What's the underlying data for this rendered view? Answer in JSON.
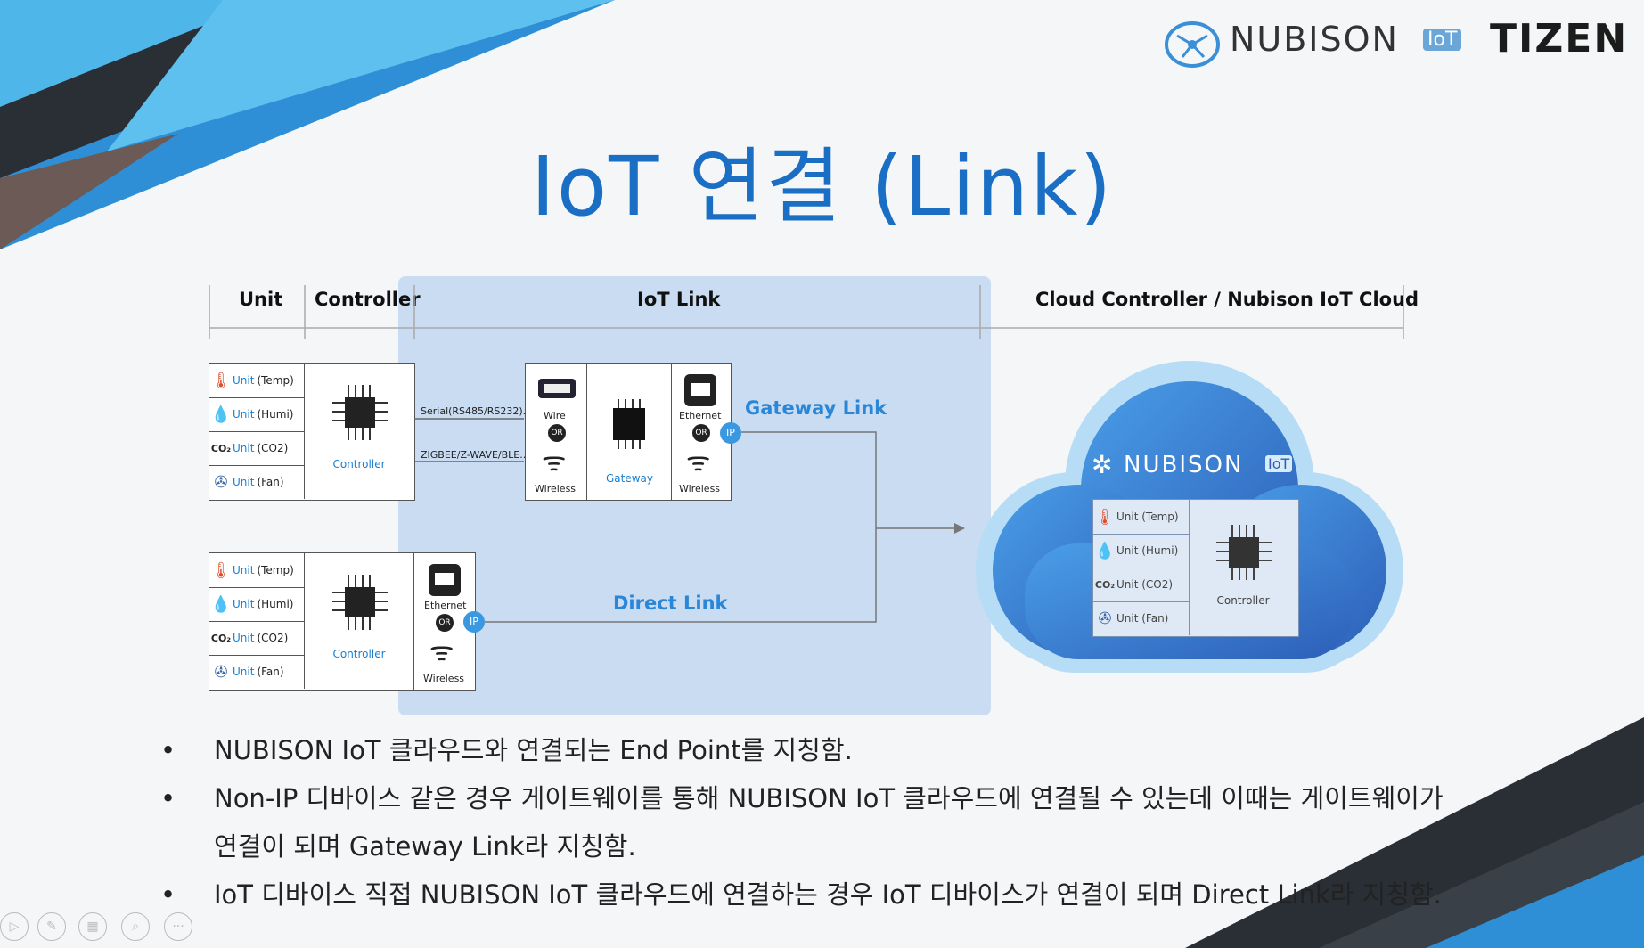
{
  "slide": {
    "title": "IoT 연결 (Link)",
    "logos": {
      "nubison": "NUBISON",
      "nubison_badge": "IoT",
      "tizen": "TIZEN"
    },
    "headers": {
      "unit": "Unit",
      "controller": "Controller",
      "iot_link": "IoT Link",
      "cloud": "Cloud Controller / Nubison IoT Cloud"
    },
    "units": [
      {
        "word": "Unit",
        "kind": "(Temp)",
        "icon": "thermometer-icon"
      },
      {
        "word": "Unit",
        "kind": "(Humi)",
        "icon": "water-drop-icon"
      },
      {
        "word": "Unit",
        "kind": "(CO2)",
        "icon": "co2-icon"
      },
      {
        "word": "Unit",
        "kind": "(Fan)",
        "icon": "fan-icon"
      }
    ],
    "cloud_units": [
      {
        "label": "Unit (Temp)"
      },
      {
        "label": "Unit (Humi)"
      },
      {
        "label": "Unit (CO2)"
      },
      {
        "label": "Unit (Fan)"
      }
    ],
    "controller_label": "Controller",
    "gateway": {
      "serial_text": "Serial(RS485/RS232)...",
      "zigbee_text": "ZIGBEE/Z-WAVE/BLE...",
      "wire": "Wire",
      "wireless": "Wireless",
      "gateway": "Gateway",
      "ethernet": "Ethernet",
      "or": "OR",
      "ip": "IP"
    },
    "links": {
      "gateway_link": "Gateway Link",
      "direct_link": "Direct Link"
    },
    "cloud_logo": "NUBISON",
    "cloud_badge": "IoT",
    "bullets": [
      "NUBISON IoT 클라우드와 연결되는 End Point를 지칭함.",
      "Non-IP 디바이스 같은 경우 게이트웨이를 통해 NUBISON IoT 클라우드에 연결될 수 있는데 이때는 게이트웨이가 연결이 되며 Gateway Link라 지칭함.",
      "IoT 디바이스 직접 NUBISON IoT 클라우드에 연결하는 경우 IoT 디바이스가 연결이 되며 Direct Link라 지칭함."
    ],
    "nav_icons": [
      "play-icon",
      "pen-icon",
      "slides-icon",
      "zoom-icon",
      "more-icon"
    ],
    "colors": {
      "accent": "#1a6fc4",
      "link": "#2a86d6",
      "panel": "#c9dcf2",
      "cloud": "#3f86d8"
    }
  }
}
